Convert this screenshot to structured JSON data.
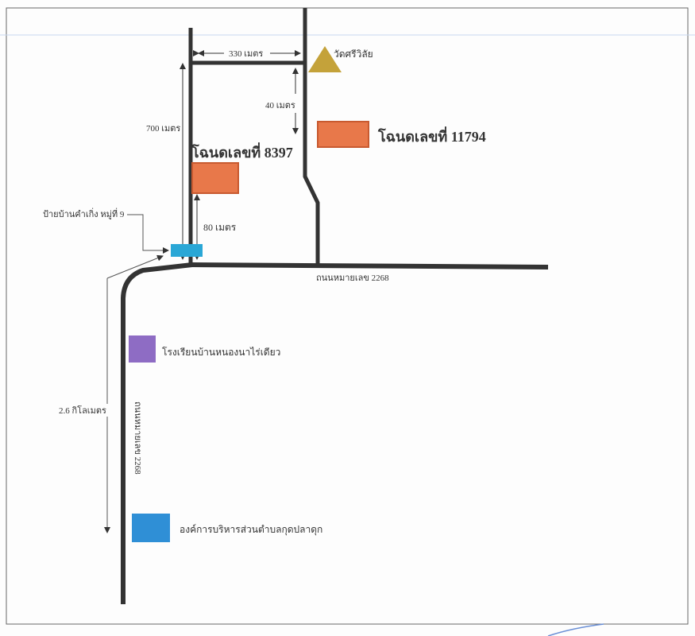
{
  "labels": {
    "dist_330": "330 เมตร",
    "temple": "วัดศรีวิลัย",
    "dist_40": "40 เมตร",
    "dist_700": "700 เมตร",
    "deed_11794": "โฉนดเลขที่ 11794",
    "deed_8397": "โฉนดเลขที่ 8397",
    "village_sign": "ป้ายบ้านคำเกิ่ง หมู่ที่ 9",
    "dist_80": "80 เมตร",
    "road_horizontal": "ถนนหมายเลข 2268",
    "school": "โรงเรียนบ้านหนองนาไร่เดียว",
    "dist_2_6km": "2.6 กิโลเมตร",
    "road_vertical": "ถนนหมายเลข 2268",
    "sao": "องค์การบริหารส่วนตำบลกุดปลาดุก"
  },
  "colors": {
    "road": "#333333",
    "deed_plot": "#e8784a",
    "temple": "#c4a23a",
    "school": "#8e6cc4",
    "sao": "#2f8fd6",
    "village_sign": "#2aa7d6"
  }
}
